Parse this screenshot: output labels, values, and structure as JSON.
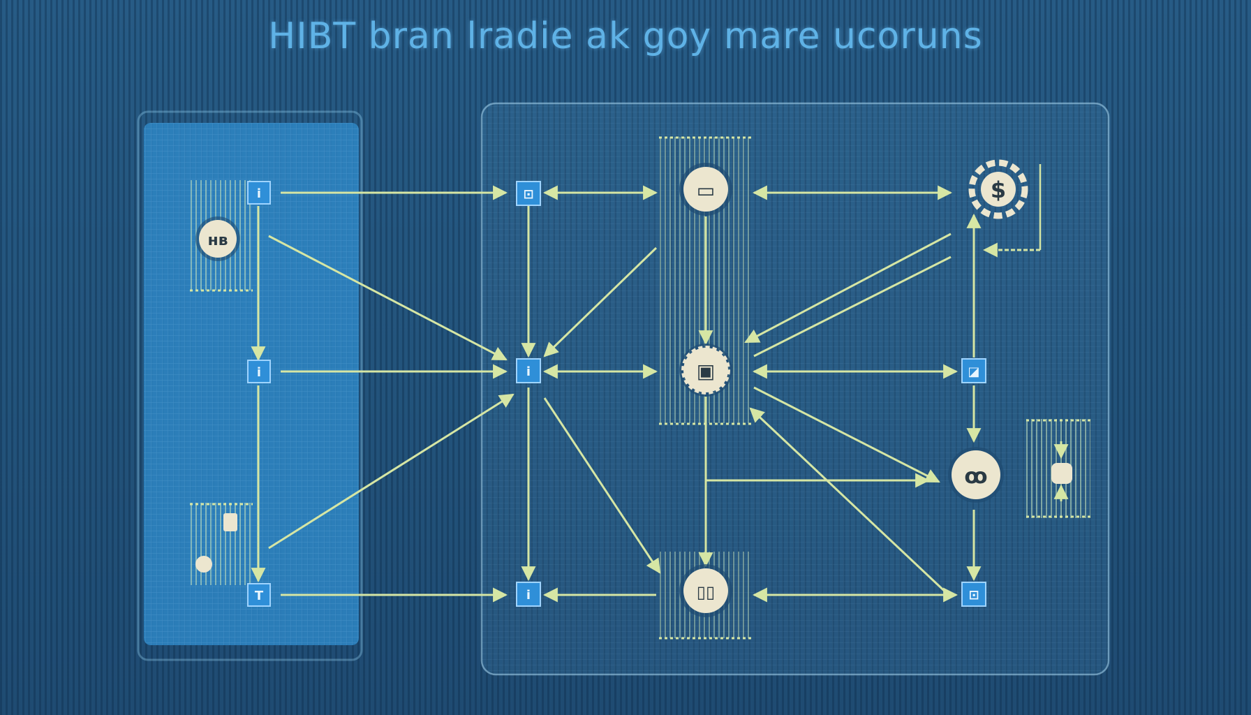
{
  "title": "HIBT bran lradie ak goy mare ucoruns",
  "colors": {
    "background": "#23547c",
    "line": "#d6e6a4",
    "node_square": "#2f8fd8",
    "node_circle": "#ece6cf",
    "left_panel": "#2e86c4",
    "title": "#5fb2e6"
  },
  "nodes": {
    "square": [
      {
        "id": "a1",
        "glyph": "i"
      },
      {
        "id": "a2",
        "glyph": "i"
      },
      {
        "id": "a3",
        "glyph": "T"
      },
      {
        "id": "b1",
        "glyph": "⊡"
      },
      {
        "id": "b2",
        "glyph": "i"
      },
      {
        "id": "b3",
        "glyph": "i"
      },
      {
        "id": "d2",
        "glyph": "◪"
      },
      {
        "id": "d3",
        "glyph": "⊡"
      }
    ],
    "circle": [
      {
        "id": "c1",
        "icon": "document-icon",
        "glyph": "▭"
      },
      {
        "id": "c2",
        "icon": "calendar-icon",
        "glyph": "▣"
      },
      {
        "id": "c3",
        "icon": "storage-icon",
        "glyph": "▯▯"
      },
      {
        "id": "d1",
        "icon": "dollar-icon",
        "glyph": "$"
      },
      {
        "id": "d4",
        "icon": "share-icon",
        "glyph": "ꝏ"
      },
      {
        "id": "l1",
        "icon": "id-card-icon",
        "glyph": "ʜʙ"
      }
    ]
  }
}
